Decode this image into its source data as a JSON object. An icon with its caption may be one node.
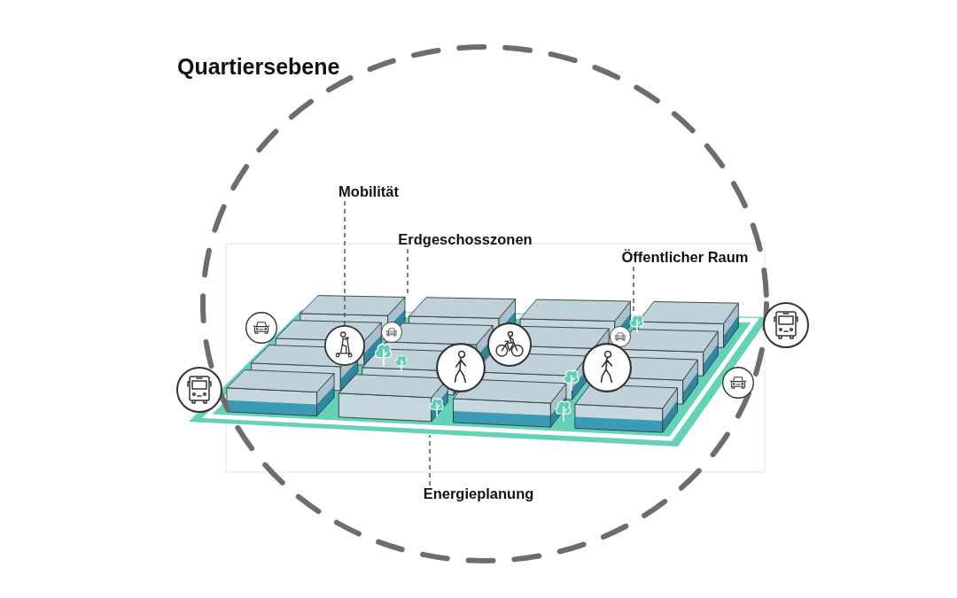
{
  "diagram": {
    "title": "Quartiersebene",
    "nodes": [
      {
        "text": [
          "Mobilität"
        ]
      },
      {
        "text": [
          "Erdgeschosszonen"
        ]
      },
      {
        "text": [
          "Öffentlicher Raum"
        ]
      },
      {
        "text": [],
        "shape": "circle"
      },
      {
        "text": [],
        "shape": "tree"
      },
      {
        "text": [
          "Energieplanung"
        ]
      }
    ],
    "edges": [
      {
        "from": 0,
        "to": 3,
        "arrow": "none",
        "style": "dashed"
      },
      {
        "from": 1,
        "to": null,
        "arrow": "none",
        "style": "dashed"
      },
      {
        "from": 2,
        "to": 4,
        "arrow": "none",
        "style": "dashed"
      },
      {
        "from": 5,
        "to": null,
        "arrow": "none",
        "style": "dashed"
      }
    ]
  }
}
